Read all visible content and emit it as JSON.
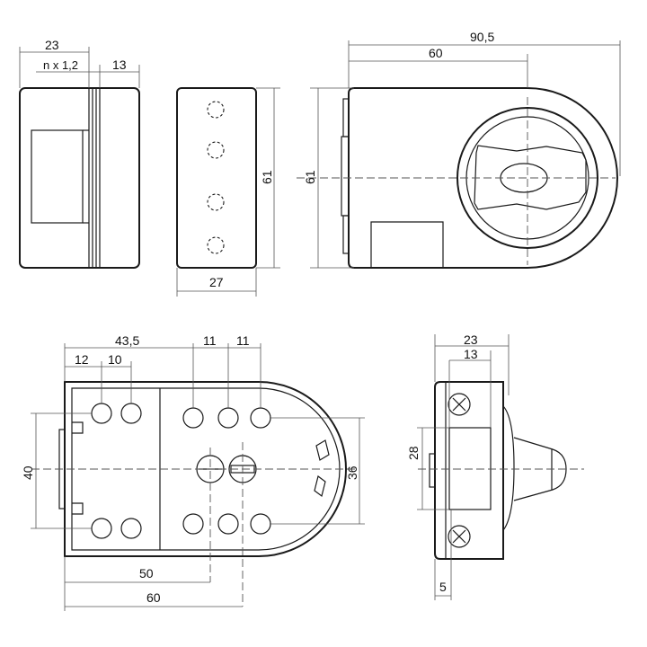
{
  "side_view": {
    "dim_total_width": "23",
    "dim_plate_spacing": "n x 1,2",
    "dim_body_depth": "13"
  },
  "edge_view": {
    "dim_height": "61",
    "dim_width": "27"
  },
  "front_view": {
    "dim_total_width": "90,5",
    "dim_to_center": "60",
    "dim_height": "61"
  },
  "back_view": {
    "dim_holes_offset": "43,5",
    "dim_hole_a": "12",
    "dim_hole_b": "10",
    "dim_spacing_1": "11",
    "dim_spacing_2": "11",
    "dim_left_height": "40",
    "dim_right_height": "36",
    "dim_bottom_50": "50",
    "dim_bottom_60": "60"
  },
  "profile_view": {
    "dim_total_width": "23",
    "dim_inner_width": "13",
    "dim_slot_height": "28",
    "dim_offset": "5"
  }
}
